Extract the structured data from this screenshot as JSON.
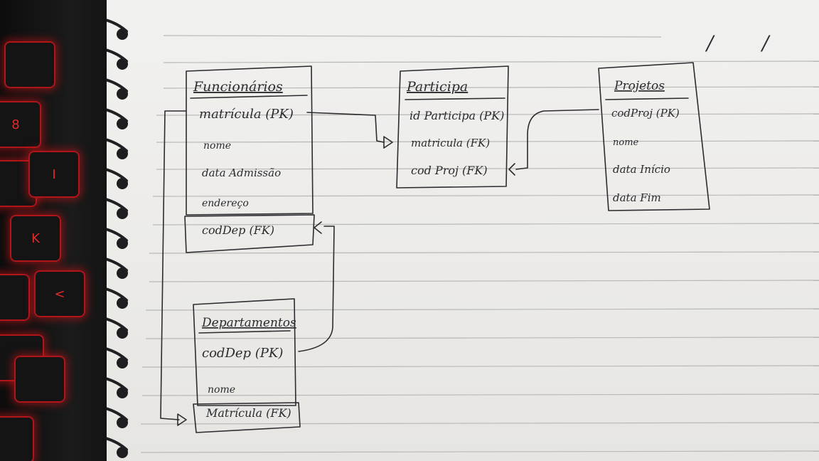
{
  "keyboard": {
    "keys": [
      "8",
      "I",
      "K",
      "<"
    ]
  },
  "diagram": {
    "funcionarios": {
      "title": "Funcionários",
      "fields": [
        "matrícula (PK)",
        "nome",
        "data Admissão",
        "endereço"
      ],
      "fk_field": "codDep (FK)"
    },
    "participa": {
      "title": "Participa",
      "fields": [
        "id Participa (PK)",
        "matricula (FK)",
        "cod Proj (FK)"
      ]
    },
    "projetos": {
      "title": "Projetos",
      "fields": [
        "codProj (PK)",
        "nome",
        "data Início",
        "data Fim"
      ]
    },
    "departamentos": {
      "title": "Departamentos",
      "fields": [
        "codDep (PK)",
        "nome"
      ],
      "fk_field": "Matrícula (FK)"
    },
    "date_marks": [
      "/",
      "/"
    ]
  },
  "colors": {
    "ink": "#2c2c30",
    "paper": "#efeeeb",
    "rule_line": "#b9b8b6",
    "keyboard_glow": "#e01c22"
  }
}
